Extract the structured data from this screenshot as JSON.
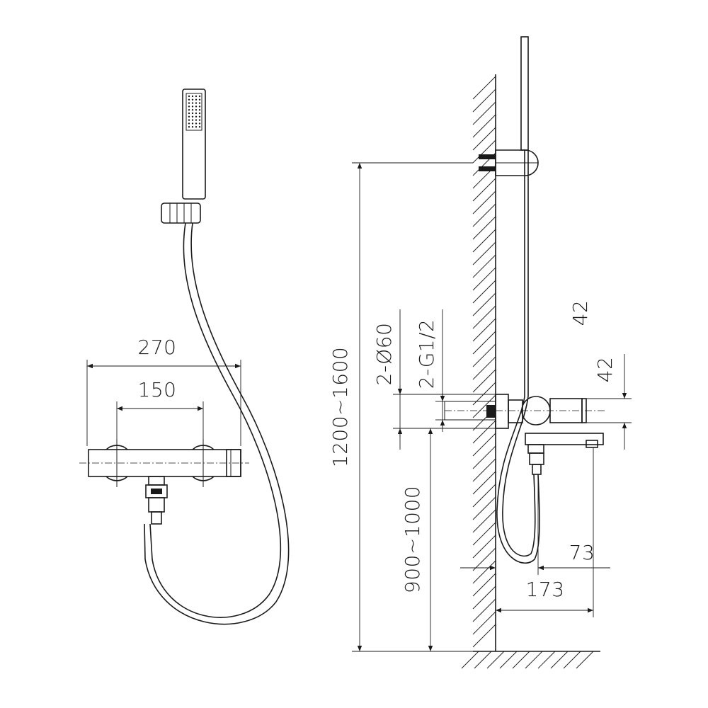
{
  "front_view": {
    "dim_overall": "270",
    "dim_inlet_centers": "150"
  },
  "side_view": {
    "dim_slide_bar_height": "1200~1600",
    "dim_inlets": "2-Ø60",
    "dim_thread": "2-G1/2",
    "dim_body_height": "42",
    "dim_body_height_alt": "42",
    "dim_mixer_height": "900~1000",
    "dim_spout_offset": "73",
    "dim_spout_projection": "173"
  }
}
